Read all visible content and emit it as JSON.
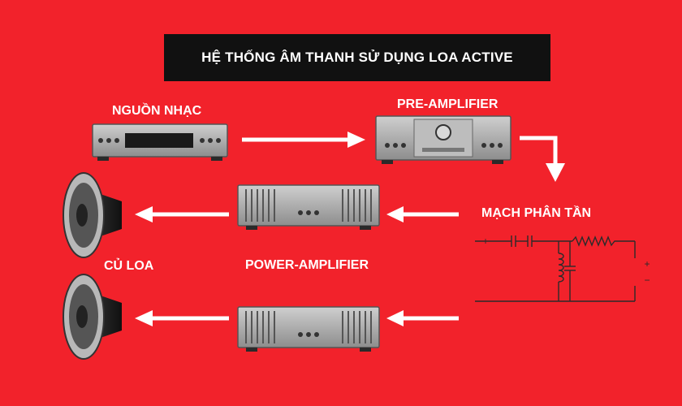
{
  "title": "HỆ THỐNG ÂM THANH SỬ DỤNG LOA ACTIVE",
  "labels": {
    "source": "NGUỒN NHẠC",
    "preamp": "PRE-AMPLIFIER",
    "crossover": "MẠCH PHÂN TẦN",
    "speaker": "CỦ LOA",
    "power_amp": "POWER-AMPLIFIER"
  },
  "circuit_symbols": {
    "positive": "+",
    "negative": "−"
  },
  "colors": {
    "background": "#f2222b",
    "title_bar": "#111111",
    "device_body": "#9a9a9a",
    "arrow": "#ffffff"
  },
  "icons": [
    "cd-player-icon",
    "preamp-icon",
    "power-amp-icon",
    "speaker-icon",
    "arrow-icon",
    "crossover-circuit-icon"
  ]
}
